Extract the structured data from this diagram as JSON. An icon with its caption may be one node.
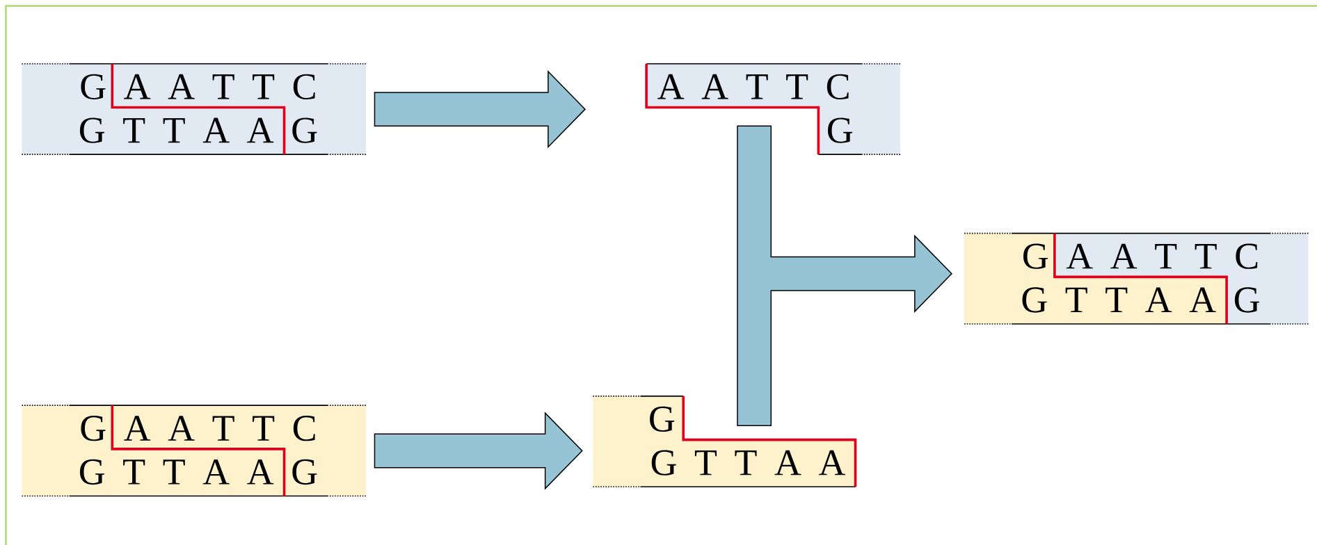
{
  "diagram": {
    "nodes": [
      {
        "text": [
          "G A A T T C",
          "G T T A A G"
        ]
      },
      {
        "text": [
          "A A T T C",
          "G"
        ]
      },
      {
        "text": [
          "G A A T T C",
          "G T T A A G"
        ]
      },
      {
        "text": [
          "G A A T T C",
          "G T T A A G"
        ]
      },
      {
        "text": [
          "G",
          "G T T A A"
        ]
      }
    ],
    "edges": [
      {
        "from": 0,
        "to": 1,
        "arrow": "to"
      },
      {
        "from": 3,
        "to": 4,
        "arrow": "to"
      },
      {
        "from": 1,
        "to": 2,
        "arrow": "to"
      },
      {
        "from": 4,
        "to": 2,
        "arrow": "to"
      }
    ]
  }
}
